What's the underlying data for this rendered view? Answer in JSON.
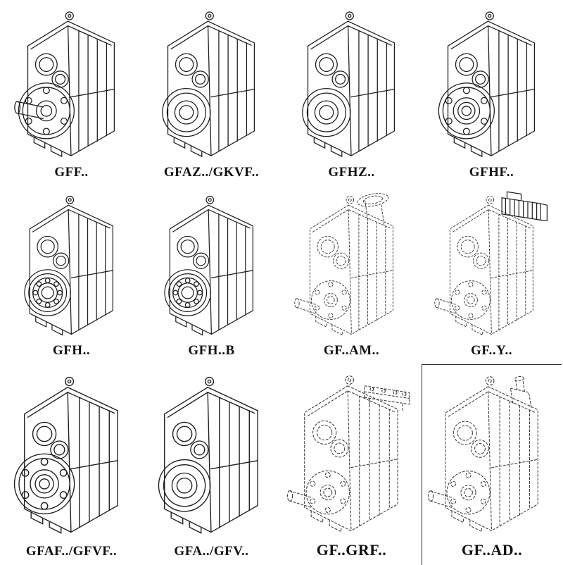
{
  "grid": {
    "colors": {
      "background": "#ffffff",
      "line": "#1c1c1c",
      "line_dashed": "#3a3a3a"
    },
    "items": [
      {
        "label": "GFF..",
        "variant": "flange_shaft",
        "icon": "gearbox-flange-solid-shaft-drawing"
      },
      {
        "label": "GFAZ../GKVF..",
        "variant": "hollow",
        "icon": "gearbox-hollow-shaft-drawing"
      },
      {
        "label": "GFHZ..",
        "variant": "hollow",
        "icon": "gearbox-hollow-shaft-drawing"
      },
      {
        "label": "GFHF..",
        "variant": "flange_hollow",
        "icon": "gearbox-flange-hollow-drawing"
      },
      {
        "label": "GFH..",
        "variant": "hollow_bearing",
        "icon": "gearbox-hollow-bearing-drawing"
      },
      {
        "label": "GFH..B",
        "variant": "hollow_bearing",
        "icon": "gearbox-hollow-bearing-drawing"
      },
      {
        "label": "GF..AM..",
        "variant": "am",
        "icon": "gearbox-iec-adapter-flange-drawing"
      },
      {
        "label": "GF..Y..",
        "variant": "y",
        "icon": "gearbox-with-motor-drawing"
      },
      {
        "label": "GFAF../GFVF..",
        "variant": "flange_hollow",
        "icon": "gearbox-flange-hollow-drawing"
      },
      {
        "label": "GFA../GFV..",
        "variant": "hollow",
        "icon": "gearbox-hollow-shaft-drawing"
      },
      {
        "label": "GF..GRF..",
        "variant": "grf",
        "icon": "gearbox-top-plate-drawing"
      },
      {
        "label": "GF..AD..",
        "variant": "ad",
        "icon": "gearbox-input-shaft-adapter-drawing"
      }
    ]
  }
}
